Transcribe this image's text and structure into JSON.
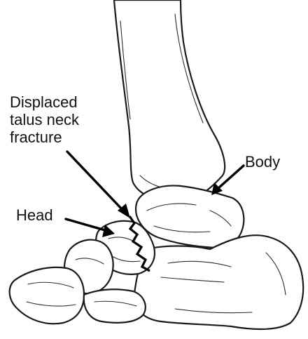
{
  "labels": {
    "fracture": "Displaced\ntalus neck\nfracture",
    "body": "Body",
    "head": "Head"
  },
  "colors": {
    "ink": "#1a1a1a",
    "background": "#ffffff"
  }
}
